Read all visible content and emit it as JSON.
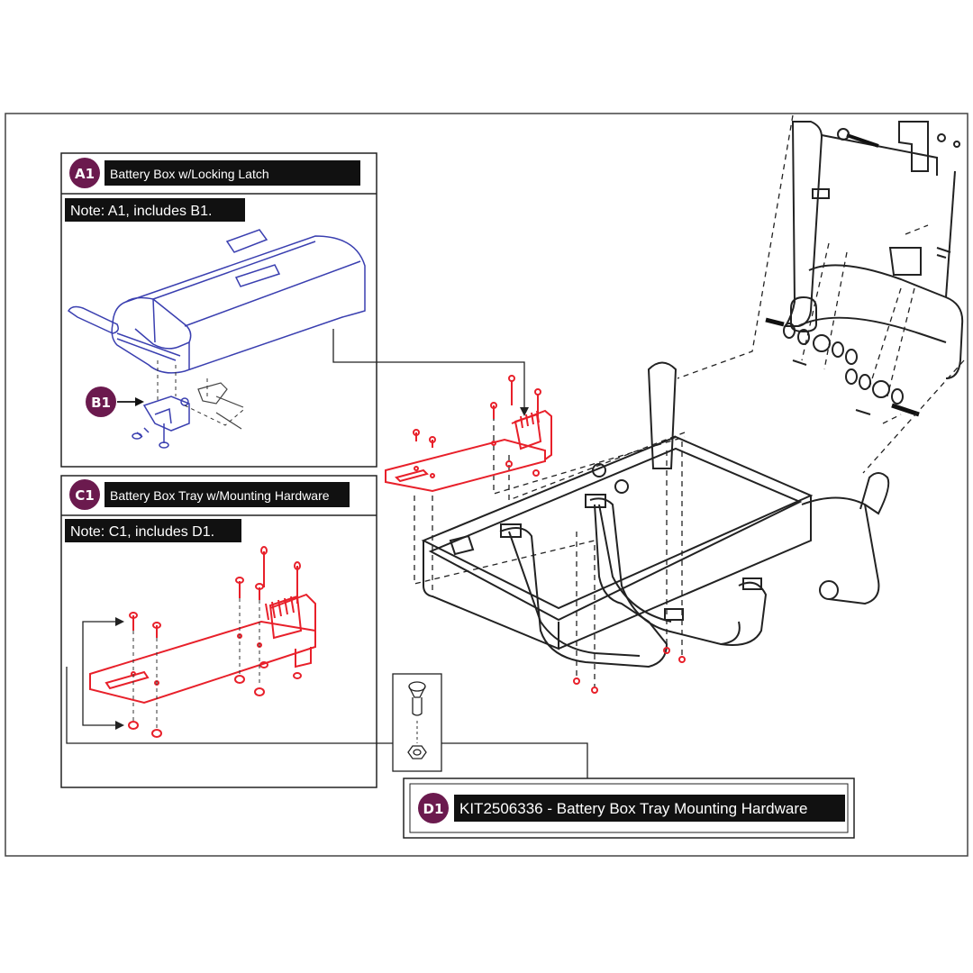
{
  "panels": {
    "a1": {
      "badge": "A1",
      "title": "Battery Box w/Locking Latch",
      "note": "Note: A1, includes B1."
    },
    "b1": {
      "badge": "B1"
    },
    "c1": {
      "badge": "C1",
      "title": "Battery Box Tray w/Mounting Hardware",
      "note": "Note: C1, includes D1."
    },
    "d1": {
      "badge": "D1",
      "title": "KIT2506336 - Battery Box Tray Mounting Hardware"
    }
  },
  "colors": {
    "badge": "#6b1a4e",
    "label_bg": "#111111",
    "battery_box": "#3a3fb0",
    "tray": "#e8202a",
    "frame": "#222222"
  },
  "icons": [
    "battery-box-icon",
    "latch-icon",
    "tray-icon",
    "bolt-icon",
    "nut-icon",
    "seat-frame-icon"
  ]
}
